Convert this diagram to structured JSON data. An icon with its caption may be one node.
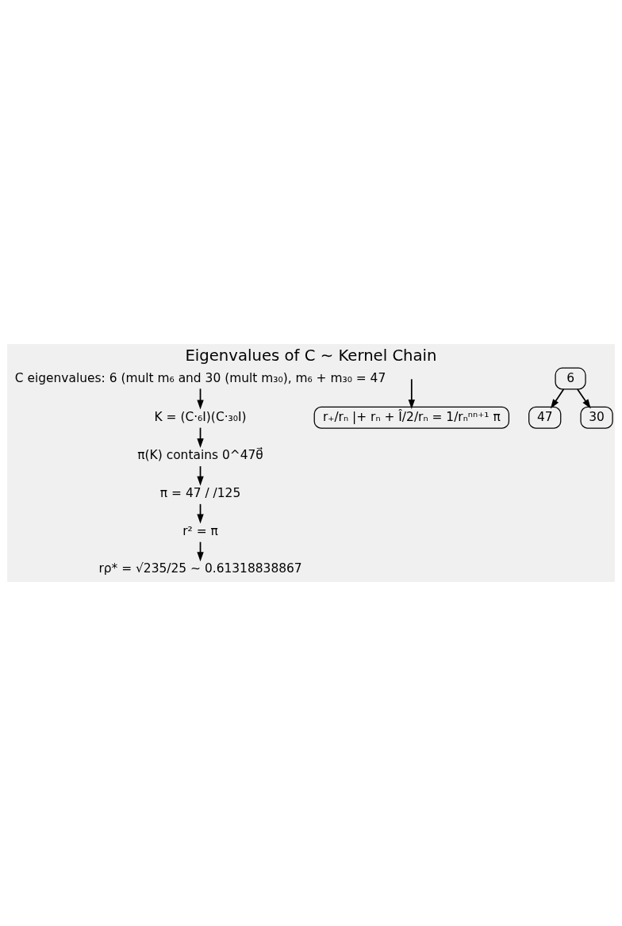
{
  "diagram": {
    "title": "Eigenvalues of C ∼ Kernel Chain",
    "nodes": [
      {
        "text": [
          "C eigenvalues: 6 (mult m₆ and 30 (mult m₃₀), m₆ + m₃₀ = 47"
        ]
      },
      {
        "text": [
          "K = (C·₆I)(C·₃₀I)"
        ]
      },
      {
        "text": [
          "π(K) contains 0^47θ⃗"
        ]
      },
      {
        "text": [
          "π = 47 / /125"
        ]
      },
      {
        "text": [
          "r² = π"
        ]
      },
      {
        "text": [
          "rρ* = √235/25 ∼ 0.61318838867"
        ]
      },
      {
        "text": [
          "r₊/rₙ |+ rₙ + Î/2/rₙ = 1/rₙⁿⁿ⁺¹ π"
        ]
      },
      {
        "text": [
          "47"
        ]
      },
      {
        "text": [
          "6"
        ]
      },
      {
        "text": [
          "30"
        ]
      }
    ],
    "edges": [
      {
        "from": 0,
        "to": 1,
        "arrow": "to"
      },
      {
        "from": 1,
        "to": 2,
        "arrow": "to"
      },
      {
        "from": 2,
        "to": 3,
        "arrow": "to"
      },
      {
        "from": 3,
        "to": 4,
        "arrow": "to"
      },
      {
        "from": 4,
        "to": 5,
        "arrow": "to"
      },
      {
        "from": null,
        "to": 6,
        "arrow": "to"
      },
      {
        "from": 8,
        "to": 7,
        "arrow": "to"
      },
      {
        "from": 8,
        "to": 9,
        "arrow": "to"
      }
    ]
  }
}
